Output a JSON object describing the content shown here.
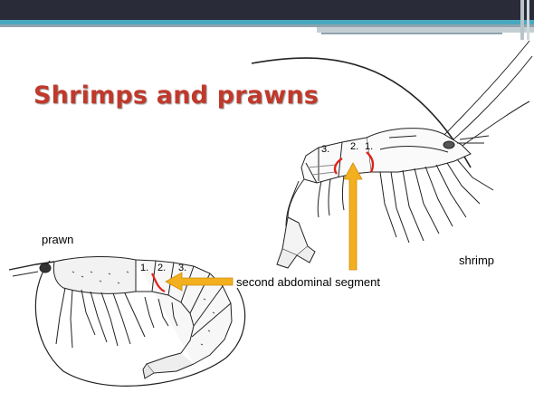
{
  "slide": {
    "title": "Shrimps and prawns"
  },
  "labels": {
    "prawn": "prawn",
    "shrimp": "shrimp",
    "second_segment": "second abdominal segment"
  },
  "segments": {
    "one": "1.",
    "two": "2.",
    "three": "3."
  },
  "colors": {
    "title": "#c0392b",
    "arrow": "#f2b01e",
    "segment_highlight": "#e0221b",
    "topbar": "#2a2b38",
    "accent_band": "#48a8c0"
  }
}
